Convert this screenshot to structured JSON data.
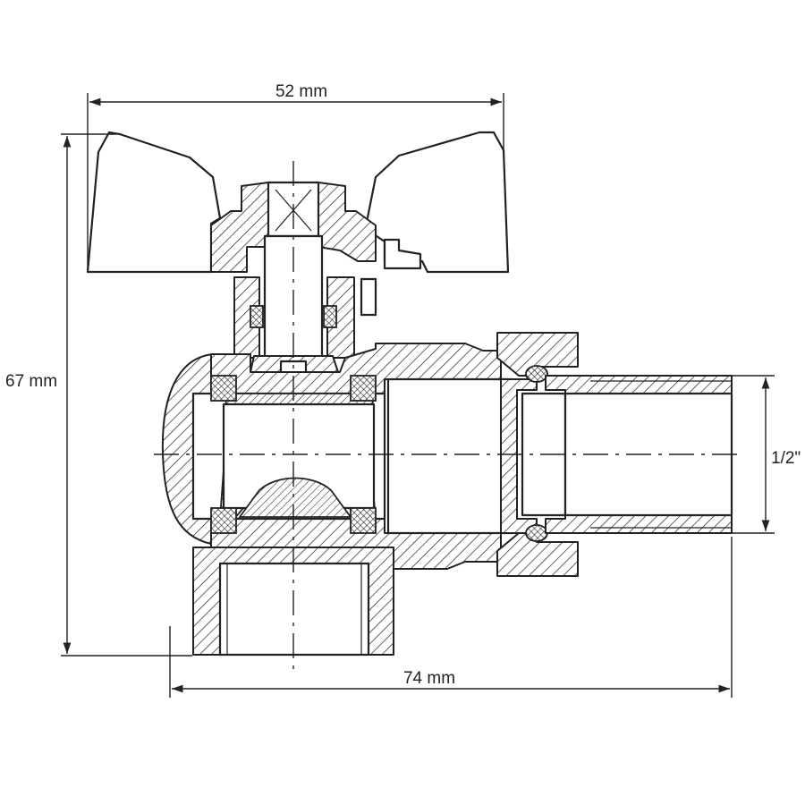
{
  "dimensions": {
    "width_label": "52 mm",
    "height_label": "67 mm",
    "length_label": "74 mm",
    "thread_label": "1/2\""
  }
}
